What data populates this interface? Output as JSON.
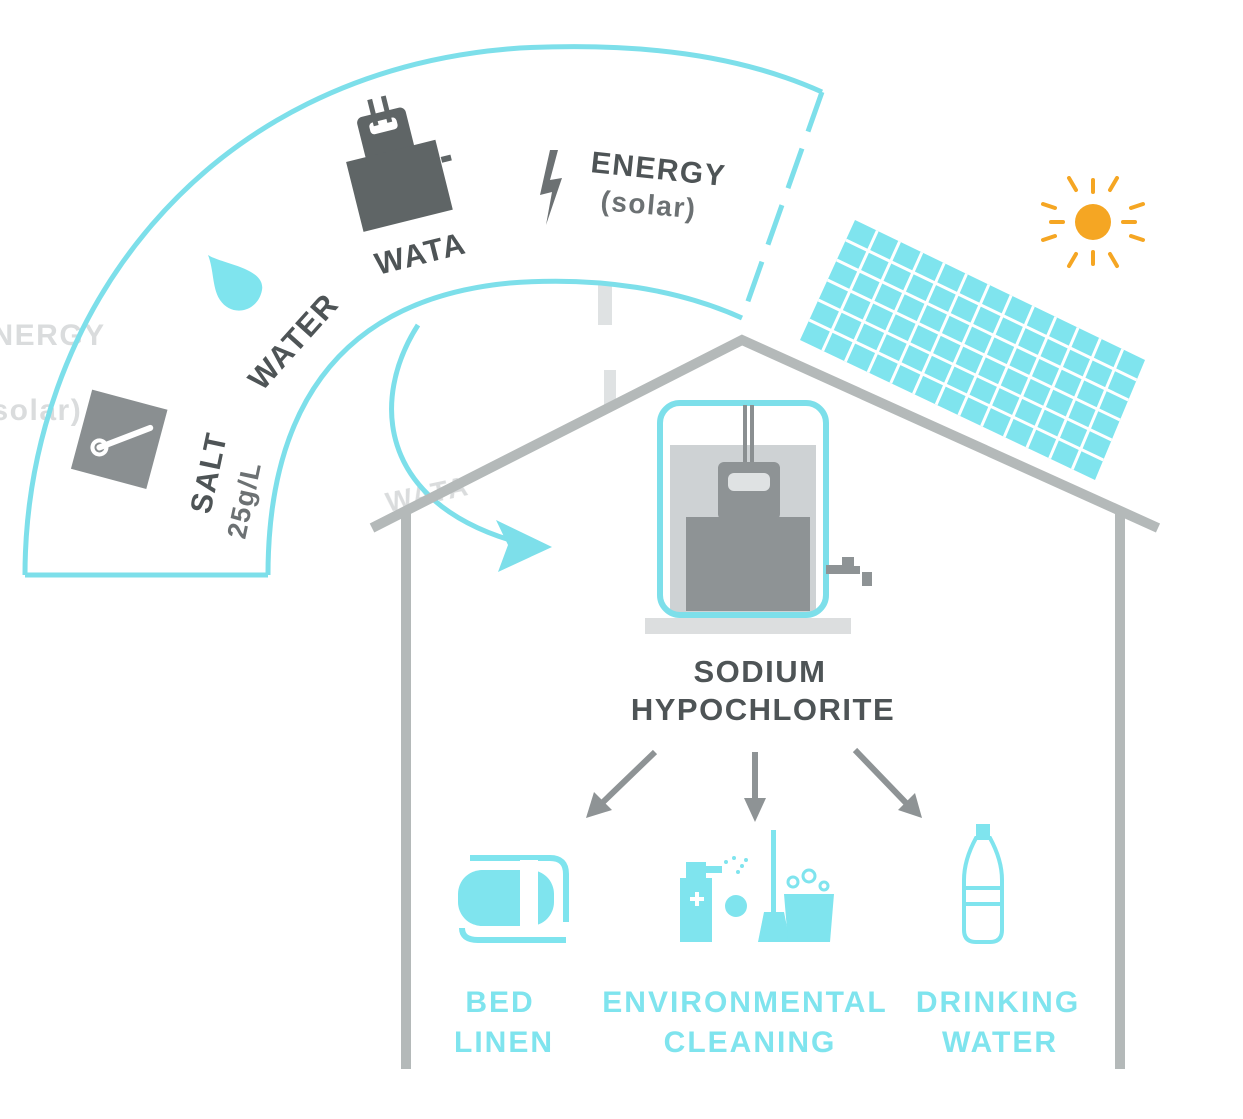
{
  "arc": {
    "energy": {
      "label": "ENERGY",
      "sub": "(solar)"
    },
    "wata": "WATA",
    "water": "WATER",
    "salt": {
      "label": "SALT",
      "sub": "25g/L"
    }
  },
  "product": {
    "line1": "SODIUM",
    "line2": "HYPOCHLORITE"
  },
  "uses": [
    {
      "line1": "BED",
      "line2": "LINEN",
      "icon": "bed-linen-icon"
    },
    {
      "line1": "ENVIRONMENTAL",
      "line2": "CLEANING",
      "icon": "cleaning-supplies-icon"
    },
    {
      "line1": "DRINKING",
      "line2": "WATER",
      "icon": "water-bottle-icon"
    }
  ],
  "ghost": {
    "energy": "ENERGY",
    "solar": "(solar)",
    "wata": "WATA"
  },
  "colors": {
    "cyan": "#7fe4ee",
    "outline": "#7ddfea",
    "house": "#b4b9b9",
    "dark": "#5f6566",
    "sun": "#f5a623"
  }
}
